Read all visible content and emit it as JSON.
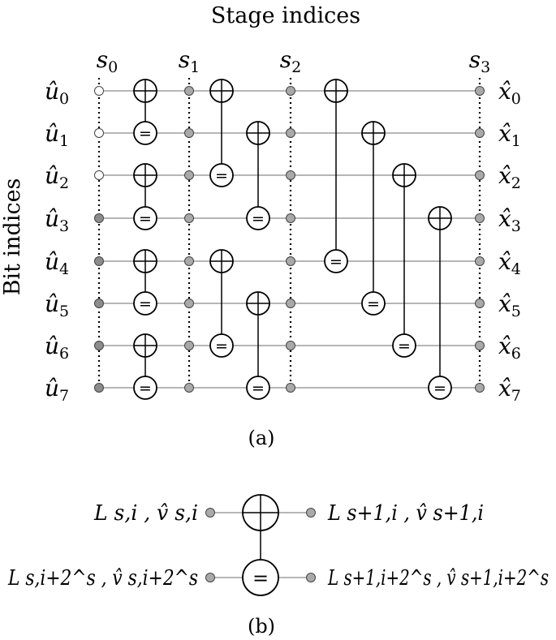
{
  "title": "Stage indices",
  "y_axis_label": "Bit indices",
  "caption_a": "(a)",
  "caption_b": "(b)",
  "stages": [
    {
      "sym": "s",
      "sub": "0"
    },
    {
      "sym": "s",
      "sub": "1"
    },
    {
      "sym": "s",
      "sub": "2"
    },
    {
      "sym": "s",
      "sub": "3"
    }
  ],
  "inputs": [
    {
      "sym": "û",
      "sub": "0"
    },
    {
      "sym": "û",
      "sub": "1"
    },
    {
      "sym": "û",
      "sub": "2"
    },
    {
      "sym": "û",
      "sub": "3"
    },
    {
      "sym": "û",
      "sub": "4"
    },
    {
      "sym": "û",
      "sub": "5"
    },
    {
      "sym": "û",
      "sub": "6"
    },
    {
      "sym": "û",
      "sub": "7"
    }
  ],
  "outputs": [
    {
      "sym": "x̂",
      "sub": "0"
    },
    {
      "sym": "x̂",
      "sub": "1"
    },
    {
      "sym": "x̂",
      "sub": "2"
    },
    {
      "sym": "x̂",
      "sub": "3"
    },
    {
      "sym": "x̂",
      "sub": "4"
    },
    {
      "sym": "x̂",
      "sub": "5"
    },
    {
      "sym": "x̂",
      "sub": "6"
    },
    {
      "sym": "x̂",
      "sub": "7"
    }
  ],
  "frozen_bits": [
    0,
    1,
    2
  ],
  "eq_symbol": "=",
  "legend": {
    "top_left": "L s,i , v̂ s,i",
    "bottom_left": "L s,i+2^s , v̂ s,i+2^s",
    "top_right": "L s+1,i , v̂ s+1,i",
    "bottom_right": "L s+1,i+2^s , v̂ s+1,i+2^s"
  },
  "colors": {
    "dot_fill": "#a9a9a9",
    "frozen_dot_fill": "#ffffff",
    "input_dot_fill": "#8c8c8c",
    "wire": "#8a8a8a"
  }
}
